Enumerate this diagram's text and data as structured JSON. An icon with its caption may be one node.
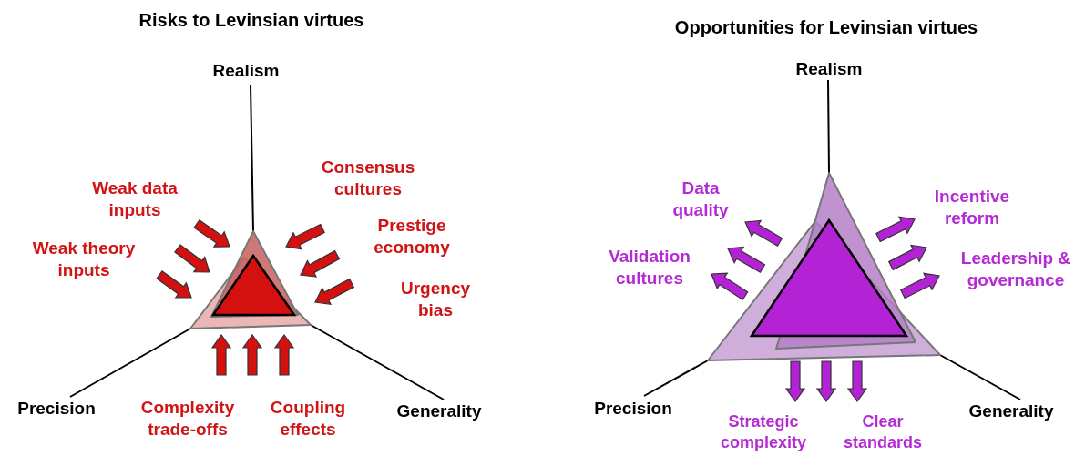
{
  "diagram": {
    "labels": [
      "Risks to Levinsian virtues",
      "Realism",
      "Consensus cultures",
      "Weak data inputs",
      "Prestige economy",
      "Weak theory inputs",
      "Urgency bias",
      "Precision",
      "Complexity trade-offs",
      "Coupling effects",
      "Generality",
      "Opportunities for Levinsian virtues",
      "Realism",
      "Data quality",
      "Incentive reform",
      "Validation cultures",
      "Leadership & governance",
      "Precision",
      "Strategic complexity",
      "Clear standards",
      "Generality"
    ]
  }
}
